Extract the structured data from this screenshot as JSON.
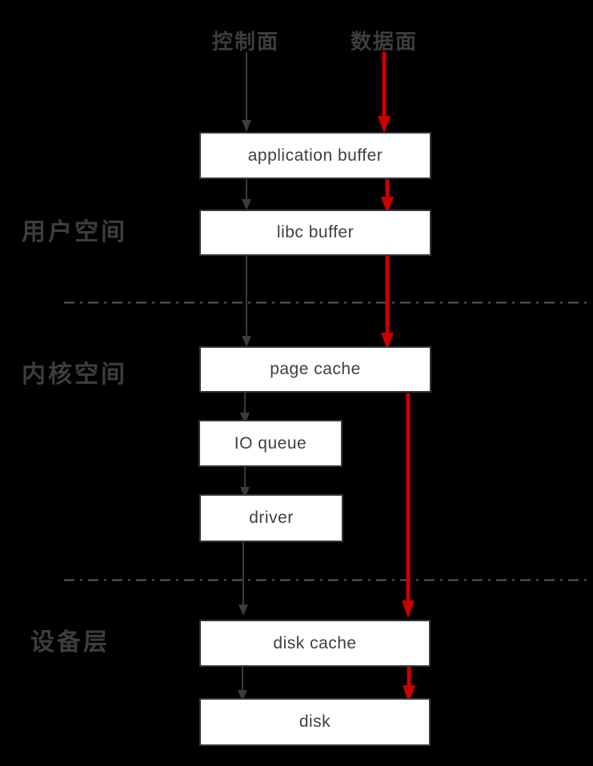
{
  "diagram": {
    "planes": {
      "control": {
        "label": "控制面"
      },
      "data": {
        "label": "数据面"
      }
    },
    "layers": [
      {
        "id": "user-space",
        "label": "用户空间"
      },
      {
        "id": "kernel-space",
        "label": "内核空间"
      },
      {
        "id": "device-layer",
        "label": "设备层"
      }
    ],
    "nodes": [
      {
        "id": "application-buffer",
        "label": "application buffer"
      },
      {
        "id": "libc-buffer",
        "label": "libc buffer"
      },
      {
        "id": "page-cache",
        "label": "page cache"
      },
      {
        "id": "io-queue",
        "label": "IO queue"
      },
      {
        "id": "driver",
        "label": "driver"
      },
      {
        "id": "disk-cache",
        "label": "disk cache"
      },
      {
        "id": "disk",
        "label": "disk"
      }
    ],
    "colors": {
      "background": "#000000",
      "control_plane_arrow": "#3b3b3d",
      "data_plane_arrow": "#cc0000",
      "box_fill": "#ffffff",
      "box_border": "#333638",
      "box_text": "#3f3f41",
      "label_text": "#3d3d3f",
      "divider": "#5a5a5a"
    }
  }
}
